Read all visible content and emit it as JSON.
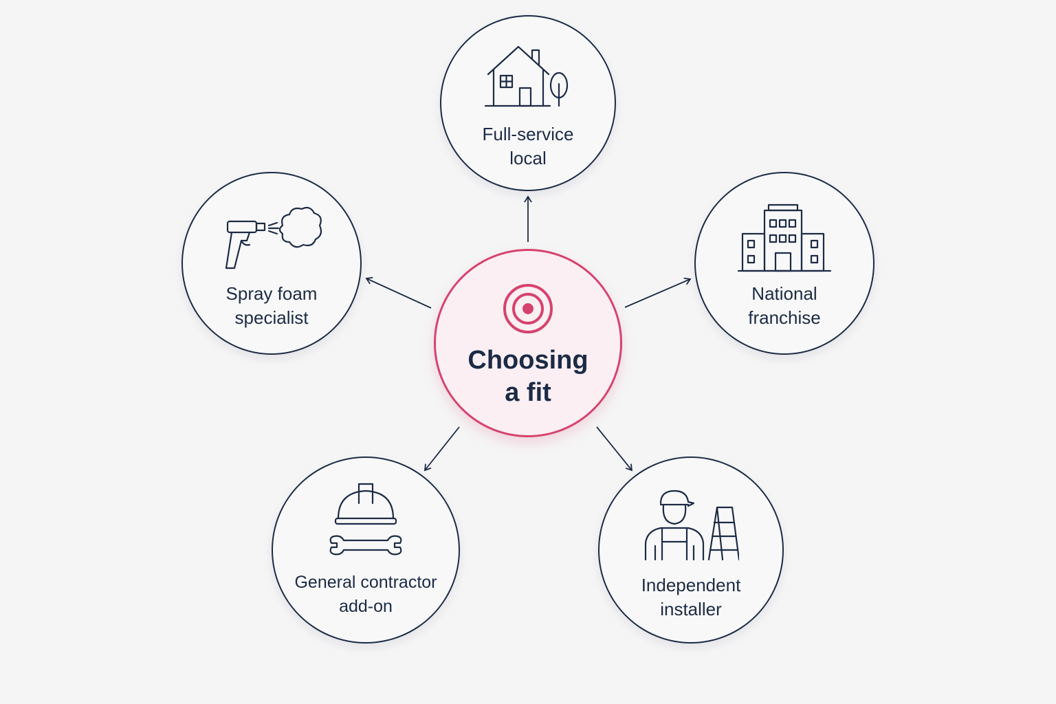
{
  "diagram": {
    "center": {
      "label_lines": [
        "Choosing",
        "a fit"
      ],
      "icon": "target-icon",
      "color": "#d6426e"
    },
    "nodes": [
      {
        "id": "full-service",
        "label_lines": [
          "Full-service",
          "local"
        ],
        "icon": "house-tree-icon"
      },
      {
        "id": "spray-foam",
        "label_lines": [
          "Spray foam",
          "specialist"
        ],
        "icon": "spray-gun-icon"
      },
      {
        "id": "national",
        "label_lines": [
          "National",
          "franchise"
        ],
        "icon": "office-building-icon"
      },
      {
        "id": "general",
        "label_lines": [
          "General contractor",
          "add-on"
        ],
        "icon": "hardhat-wrench-icon"
      },
      {
        "id": "independent",
        "label_lines": [
          "Independent",
          "installer"
        ],
        "icon": "worker-ladder-icon"
      }
    ],
    "colors": {
      "stroke": "#1c2b45",
      "accent": "#d6426e",
      "background": "#f5f5f6"
    }
  }
}
